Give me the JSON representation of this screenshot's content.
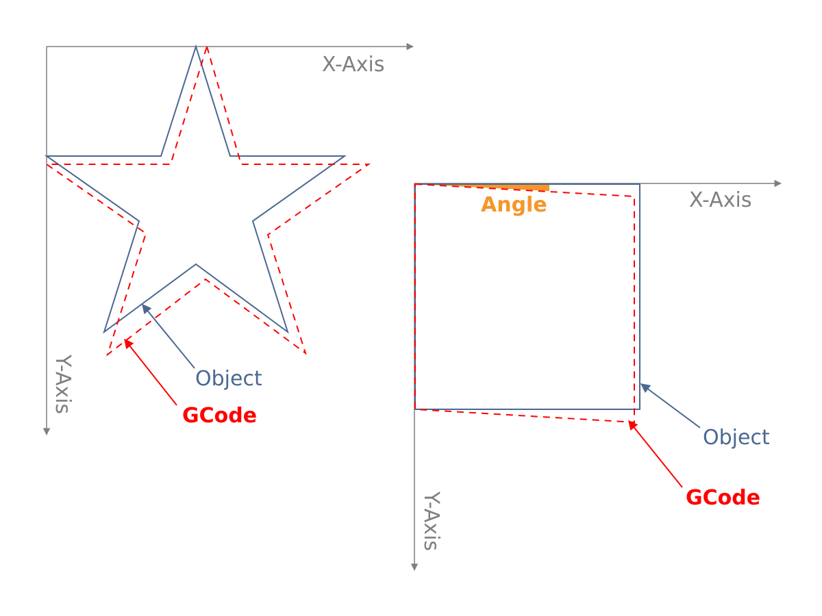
{
  "colors": {
    "axis": "#7f7f7f",
    "object": "#4a6892",
    "gcode": "#ff0000",
    "angle": "#f5962a"
  },
  "left_panel": {
    "x_axis_label": "X-Axis",
    "y_axis_label": "Y-Axis",
    "object_label": "Object",
    "gcode_label": "GCode"
  },
  "right_panel": {
    "x_axis_label": "X-Axis",
    "y_axis_label": "Y-Axis",
    "angle_label": "Angle",
    "object_label": "Object",
    "gcode_label": "GCode"
  }
}
